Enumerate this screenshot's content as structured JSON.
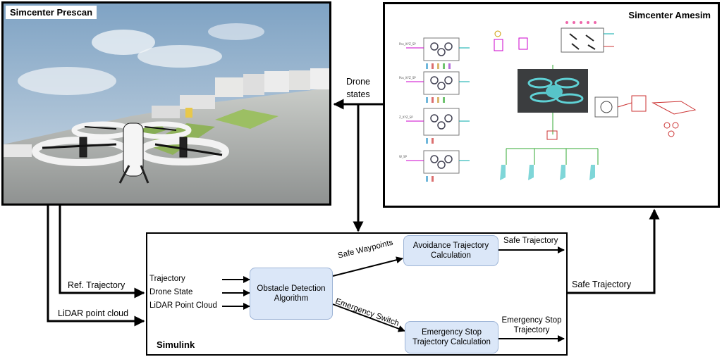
{
  "panels": {
    "prescan_title": "Simcenter Prescan",
    "amesim_title": "Simcenter Amesim",
    "simulink_title": "Simulink"
  },
  "blocks": {
    "obstacle": "Obstacle Detection Algorithm",
    "avoidance": "Avoidance Trajectory Calculation",
    "emergency": "Emergency Stop Trajectory Calculation"
  },
  "inputs": [
    "Trajectory",
    "Drone State",
    "LiDAR Point Cloud"
  ],
  "labels": {
    "drone_states": "Drone states",
    "ref_trajectory": "Ref. Trajectory",
    "lidar_point_cloud": "LiDAR point cloud",
    "safe_waypoints": "Safe Waypoints",
    "emergency_switch": "Emergency Switch",
    "safe_trajectory_inner": "Safe Trajectory",
    "emergency_stop_trajectory": "Emergency Stop Trajectory",
    "safe_trajectory_outer": "Safe Trajectory"
  }
}
